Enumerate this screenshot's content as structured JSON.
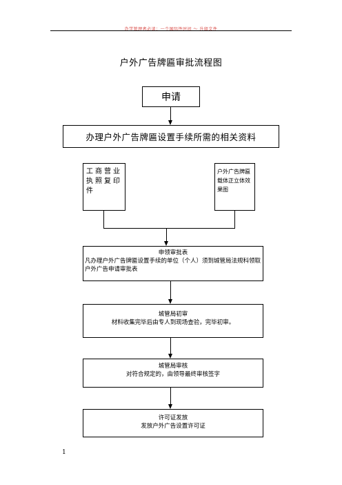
{
  "header": {
    "text": "办学管理者必读：一个国际性时间 ～ 升级文件"
  },
  "title": "户外广告牌匾审批流程图",
  "flow": {
    "apply": "申请",
    "materials": "办理户外广告牌匾设置手续所需的相关资料",
    "license": "工商营业执照复印件",
    "model": "户外广告牌匾载体正立体效果图",
    "form": {
      "heading": "申领审批表",
      "desc": "凡办理户外广告牌匾设置手续的单位（个人）须到城管局法规科领取户外广告申请审批表"
    },
    "initial": {
      "heading": "城管局初审",
      "desc": "材料收集完毕后由专人到现场查验，完毕初审。"
    },
    "review": {
      "heading": "城管局审核",
      "desc": "对符合规定的，由领导最终审核签字"
    },
    "issue": {
      "heading": "许可证发放",
      "desc": "发放户外广告设置许可证"
    }
  },
  "page_number": "1"
}
